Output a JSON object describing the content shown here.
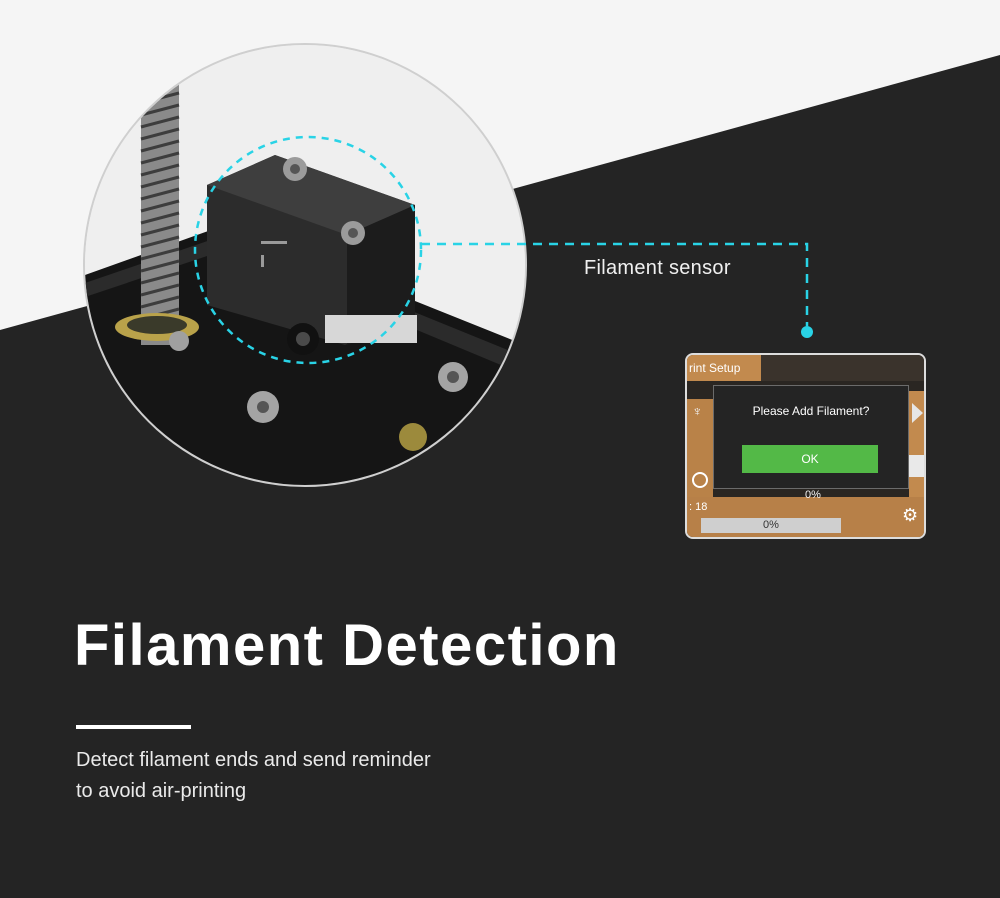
{
  "callout": {
    "label": "Filament sensor"
  },
  "screen": {
    "tab_label": "rint Setup",
    "dialog_title": "Please Add Filament?",
    "ok_label": "OK",
    "time_text": ": 18",
    "progress_text": "0%",
    "percent_text": "0%"
  },
  "headline": {
    "title": "Filament Detection"
  },
  "description": {
    "line1": "Detect filament ends and send reminder",
    "line2": "to avoid air-printing"
  },
  "colors": {
    "accent_cyan": "#29d3e6",
    "ok_green": "#53b947",
    "screen_orange": "#c28a4e",
    "background_dark": "#242424"
  }
}
